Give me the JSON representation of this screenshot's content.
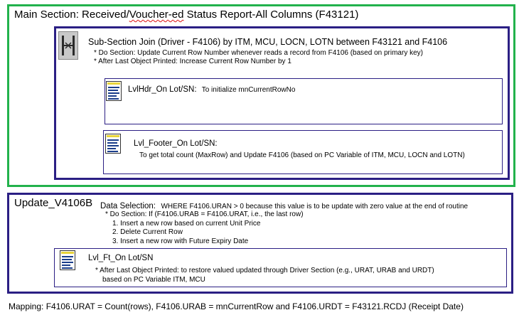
{
  "main": {
    "title_prefix": "Main Section: Received/",
    "title_wavy": "Voucher-ed",
    "title_suffix": " Status Report-All Columns (F43121)"
  },
  "subsection": {
    "title": "Sub-Section Join (Driver - F4106) by ITM, MCU, LOCN, LOTN between F43121 and F4106",
    "note1": "* Do Section: Update Current Row Number whenever reads a record from F4106 (based on primary key)",
    "note2": "* After Last Object Printed: Increase Current Row Number by 1",
    "icon": "join-section-icon"
  },
  "lvlhdr": {
    "title": "LvlHdr_On Lot/SN:",
    "desc": "To initialize mnCurrentRowNo",
    "icon": "report-section-icon"
  },
  "lvlfooter": {
    "title": "Lvl_Footer_On Lot/SN:",
    "desc": "To get total count (MaxRow) and Update F4106 (based on  PC Variable of ITM, MCU, LOCN and LOTN)",
    "icon": "report-section-icon"
  },
  "update": {
    "title": "Update_V4106B",
    "ds_label": "Data Selection:",
    "ds_text": "WHERE F4106.URAN > 0 because this value is to be update with zero value at the end of routine",
    "do_section": "* Do Section: If (F4106.URAB = F4106.URAT, i.e., the last row)",
    "steps": [
      "1. Insert a new row based on current Unit Price",
      "2. Delete Current Row",
      "3. Insert a new row with Future Expiry Date"
    ]
  },
  "lvlft": {
    "title": "Lvl_Ft_On Lot/SN",
    "note1": "* After Last Object Printed:  to restore valued updated through Driver Section (e.g., URAT, URAB and URDT)",
    "note2": "based on PC Variable ITM, MCU",
    "icon": "report-section-icon"
  },
  "mapping": {
    "text": "Mapping: F4106.URAT = Count(rows), F4106.URAB = mnCurrentRow and F4106.URDT = F43121.RCDJ (Receipt Date)"
  },
  "colors": {
    "green_border": "#22b24c",
    "navy_border": "#2b1f84"
  }
}
